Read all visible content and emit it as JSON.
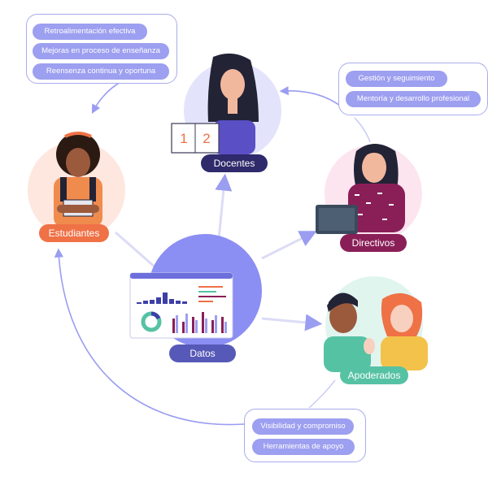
{
  "nodes": {
    "docentes": {
      "label": "Docentes",
      "color": "#2e2a6b"
    },
    "estudiantes": {
      "label": "Estudiantes",
      "color": "#ef7146"
    },
    "directivos": {
      "label": "Directivos",
      "color": "#8a1f58"
    },
    "apoderados": {
      "label": "Apoderados",
      "color": "#56c2a4"
    },
    "datos": {
      "label": "Datos",
      "color": "#5759b8"
    }
  },
  "callouts": {
    "docentes": [
      "Retroalimentación efectiva",
      "Mejoras en proceso de enseñanza",
      "Reensenza continua y oportuna"
    ],
    "directivos": [
      "Gestión y seguimiento",
      "Mentoría y desarrollo profesional"
    ],
    "apoderados": [
      "Visibilidad y compromiso",
      "Herramientas de apoyo"
    ]
  },
  "book_pages": [
    "1",
    "2"
  ],
  "colors": {
    "accent": "#9d9ff0",
    "arrow": "#9a9df0",
    "datos_circle": "#8b8ef2"
  }
}
